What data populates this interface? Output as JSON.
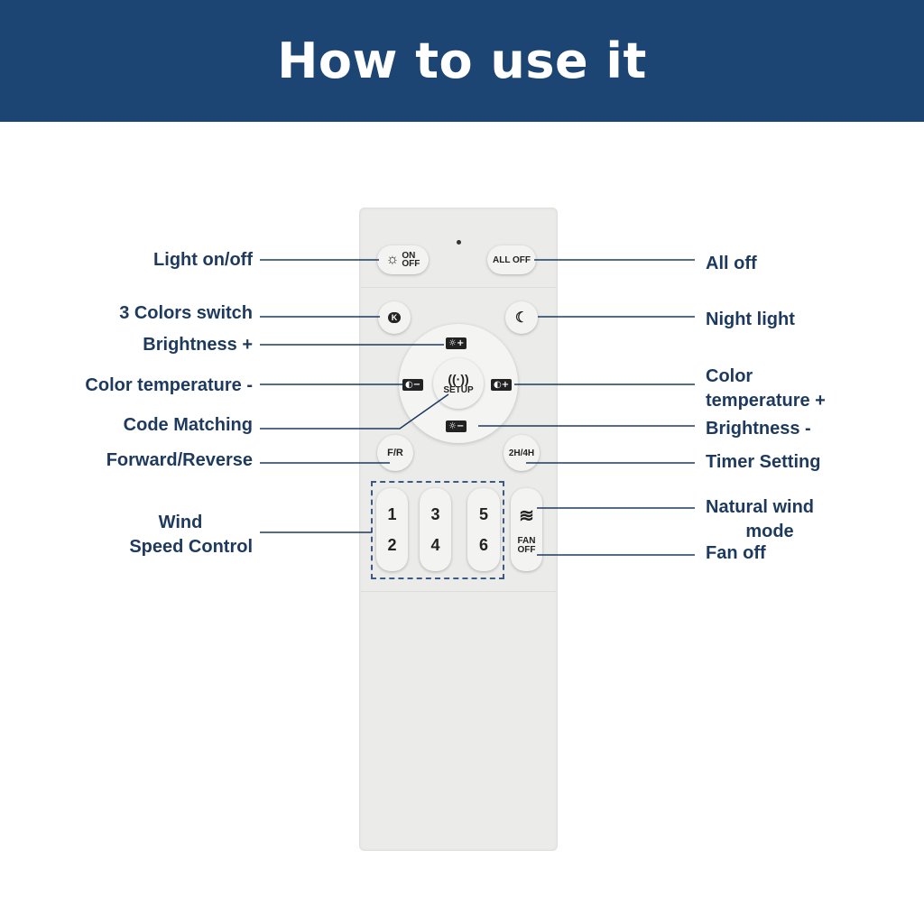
{
  "header": {
    "title": "How to use it"
  },
  "remote": {
    "on_off": {
      "top": "ON",
      "bottom": "OFF"
    },
    "all_off": "ALL OFF",
    "color_switch": "K",
    "setup": "SETUP",
    "bright_plus": "☼+",
    "bright_minus": "☼−",
    "ct_minus": "◐−",
    "ct_plus": "◐+",
    "fr": "F/R",
    "timer": "2H/4H",
    "speeds": [
      "1",
      "2",
      "3",
      "4",
      "5",
      "6"
    ],
    "natural_wind": "≋",
    "fan_off": {
      "top": "FAN",
      "bottom": "OFF"
    }
  },
  "labels": {
    "light_on_off": "Light on/off",
    "colors_switch": "3 Colors switch",
    "brightness_plus": "Brightness +",
    "color_temp_minus": "Color temperature -",
    "code_matching": "Code Matching",
    "forward_reverse": "Forward/Reverse",
    "wind_1": "Wind",
    "wind_2": "Speed Control",
    "all_off": "All off",
    "night_light": "Night light",
    "color_temp_plus_1": "Color",
    "color_temp_plus_2": "temperature +",
    "brightness_minus": "Brightness -",
    "timer_setting": "Timer Setting",
    "natural_wind_1": "Natural wind",
    "natural_wind_2": "mode",
    "fan_off": "Fan off"
  },
  "colors": {
    "header": "#1c4573",
    "label": "#1d3a5e"
  }
}
